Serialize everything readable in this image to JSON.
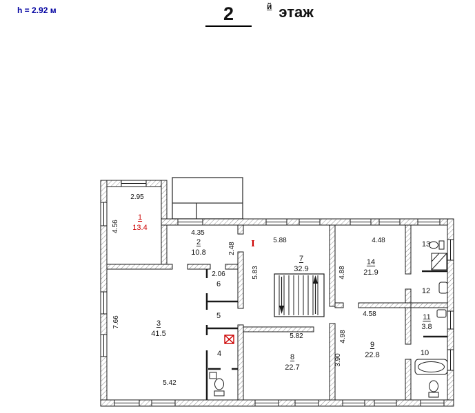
{
  "header": {
    "height_label": "h = 2.92 м",
    "floor_number": "2",
    "floor_suffix": "й",
    "floor_word": "этаж"
  },
  "rooms": {
    "r1": {
      "number": "1",
      "area": "13.4"
    },
    "r2": {
      "number": "2",
      "area": "10.8"
    },
    "r3": {
      "number": "3",
      "area": "41.5"
    },
    "r4": {
      "number": "4"
    },
    "r5": {
      "number": "5"
    },
    "r6": {
      "number": "6"
    },
    "r7": {
      "number": "7",
      "area": "32.9"
    },
    "r8": {
      "number": "8",
      "area": "22.7"
    },
    "r9": {
      "number": "9",
      "area": "22.8"
    },
    "r10": {
      "number": "10"
    },
    "r11": {
      "number": "11",
      "area": "3.8"
    },
    "r12": {
      "number": "12"
    },
    "r13": {
      "number": "13"
    },
    "r14": {
      "number": "14",
      "area": "21.9"
    }
  },
  "dimensions": {
    "room1_top": "2.95",
    "room1_left": "4.56",
    "room2_top": "4.35",
    "room2_right": "2.48",
    "room7_top": "5.88",
    "hall_left": "5.83",
    "room14_top": "4.48",
    "room14_left": "4.88",
    "room6_top": "2.06",
    "room3_left": "7.66",
    "room3_bottom": "5.42",
    "room8_top": "5.82",
    "room9_top": "4.58",
    "room9_left": "4.98",
    "room9_left_lower": "3.90"
  },
  "markers": {
    "section_mark": "I"
  },
  "colors": {
    "accent_red": "#cc0000",
    "header_blue": "#0000a0",
    "line": "#1a1a1a"
  }
}
